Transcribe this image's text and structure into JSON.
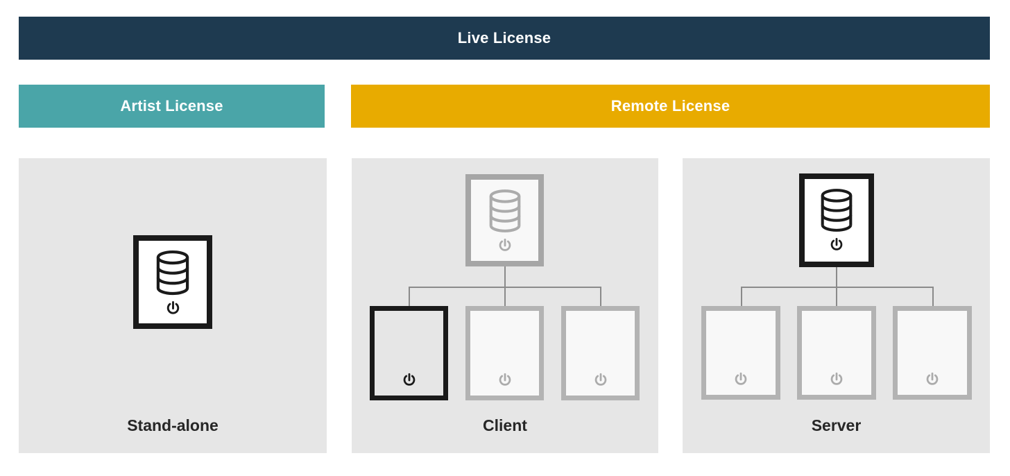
{
  "title_bar": {
    "label": "Live License"
  },
  "license_bars": [
    {
      "id": "artist",
      "label": "Artist License"
    },
    {
      "id": "remote",
      "label": "Remote License"
    }
  ],
  "panels": [
    {
      "id": "standalone",
      "label": "Stand-alone",
      "nodes": [
        {
          "role": "license-server",
          "state": "active",
          "icons": [
            "database-icon",
            "power-icon"
          ]
        }
      ]
    },
    {
      "id": "client",
      "label": "Client",
      "root": {
        "role": "license-server",
        "state": "inactive",
        "icons": [
          "database-icon",
          "power-icon"
        ]
      },
      "children": [
        {
          "role": "client-machine",
          "state": "active",
          "icons": [
            "power-icon"
          ]
        },
        {
          "role": "client-machine",
          "state": "inactive",
          "icons": [
            "power-icon"
          ]
        },
        {
          "role": "client-machine",
          "state": "inactive",
          "icons": [
            "power-icon"
          ]
        }
      ]
    },
    {
      "id": "server",
      "label": "Server",
      "root": {
        "role": "license-server",
        "state": "active",
        "icons": [
          "database-icon",
          "power-icon"
        ]
      },
      "children": [
        {
          "role": "client-machine",
          "state": "inactive",
          "icons": [
            "power-icon"
          ]
        },
        {
          "role": "client-machine",
          "state": "inactive",
          "icons": [
            "power-icon"
          ]
        },
        {
          "role": "client-machine",
          "state": "inactive",
          "icons": [
            "power-icon"
          ]
        }
      ]
    }
  ],
  "colors": {
    "navy": "#1e3a50",
    "teal": "#4aa5a8",
    "gold": "#e8ab00",
    "panel_bg": "#e6e6e6",
    "node_fill": "#f8f8f8",
    "active_border": "#1a1a1a",
    "root_inactive_border": "#a6a6a6",
    "child_inactive_border": "#b3b3b3",
    "inactive_icon": "#ababab",
    "connector": "#8a8a8a",
    "label_text": "#262626"
  }
}
